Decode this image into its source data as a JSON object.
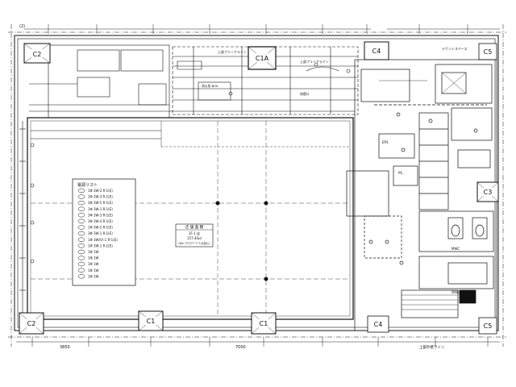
{
  "columns": {
    "c2_top": "C2",
    "c1a": "C1A",
    "c4_top": "C4",
    "c5_top": "C5",
    "c3": "C3",
    "c2_bottom": "C2",
    "c1_left": "C1",
    "c1_right": "C1",
    "c4_bottom": "C4",
    "c5_bottom": "C5"
  },
  "legend": {
    "title": "電源リスト",
    "items": [
      "1Φ 3W-2 R-1(E)",
      "1Φ 3W-3 R-1(E)",
      "3Φ 3W-5 R-1(E)",
      "1Φ 3W-1 R-1(E)",
      "3Φ 3W-3 R-1(E)",
      "3Φ 3W-4 R-1(E)",
      "1Φ 3W-2 R-1(E)",
      "3Φ 3W-1 R-1(E)",
      "1Φ 3W(V)-1 R-1(E)",
      "1Φ 3W-1 R-1(E)",
      "1Φ 1W",
      "1Φ 1W",
      "1Φ 1W",
      "1Φ 1W",
      "1Φ 1W"
    ]
  },
  "center_note": {
    "title": "店 舗 面 積",
    "line1": "1F-1  店",
    "line2": "157.40㎡",
    "line3": "(EA:フロアー7.7㎡含む)"
  },
  "labels": {
    "top_left": "(2)",
    "bottom_left_dim": "3850",
    "bottom_dim_2": "7000",
    "bottom_right": "上部外壁ライン",
    "box_a": "上部ブリーフライン",
    "box_b": "上部ブリーフライン",
    "box_c": "消火栓 BOX",
    "box_d": "排煙口",
    "shop_a": "テナントスペース",
    "room_a": "EPS",
    "room_b": "PS",
    "room_c": "MWC",
    "room_d": "WWC"
  }
}
